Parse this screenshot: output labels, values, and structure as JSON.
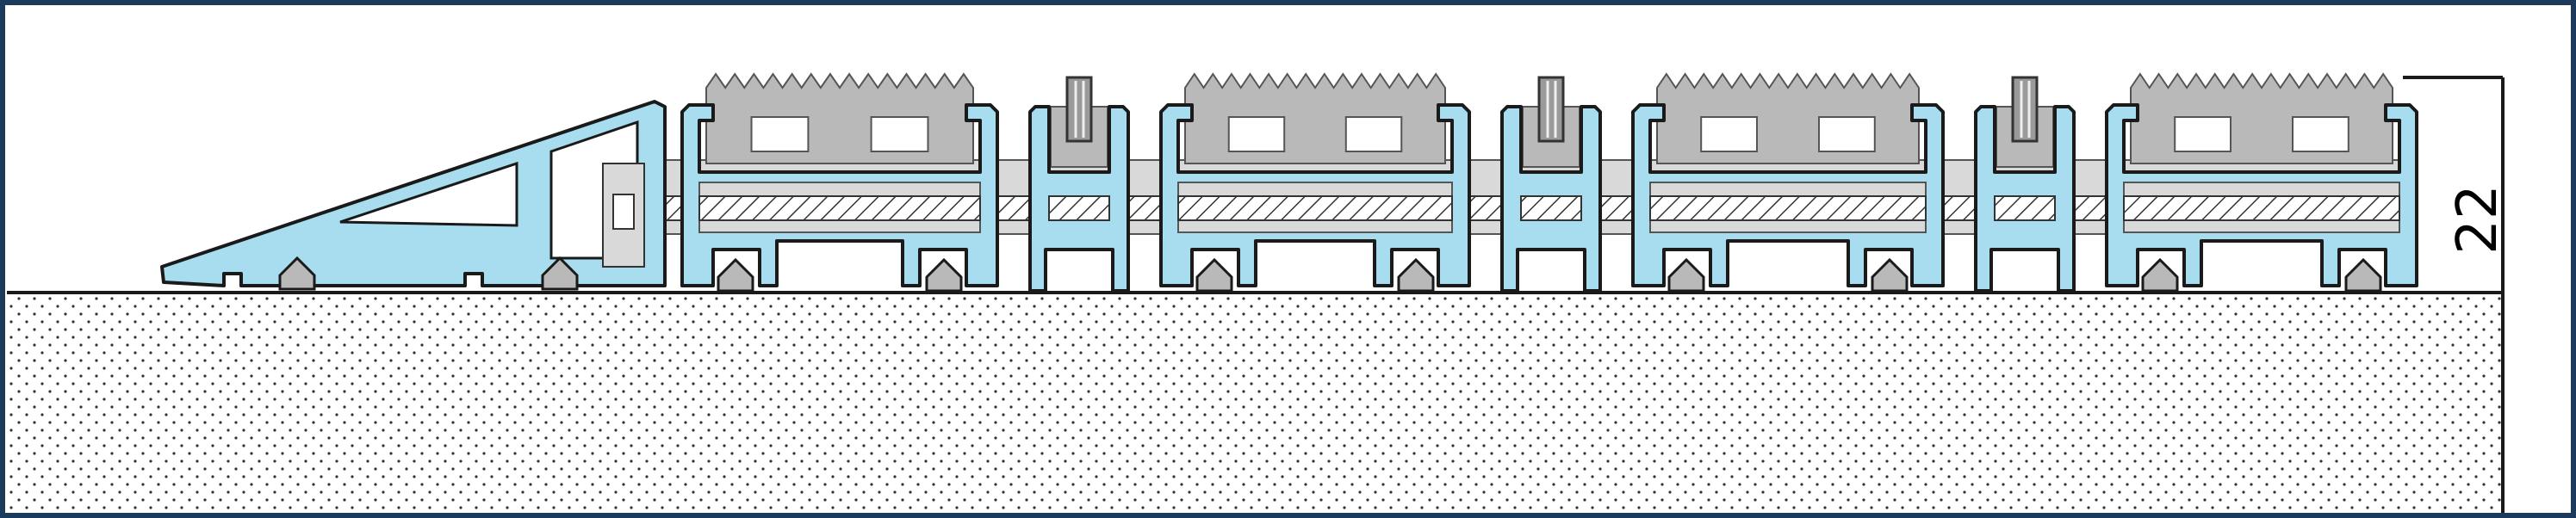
{
  "dimension": {
    "value": "22"
  },
  "colors": {
    "border": "#1b3a5c",
    "profile_fill": "#a8dcef",
    "profile_stroke": "#1a1a1a",
    "insert_fill": "#b9b9b9",
    "tube_fill": "#d9d9d9",
    "floor_dots": "#333333"
  },
  "icons": {
    "ramp": "ramp-profile",
    "module": "aluminium-profile-module",
    "brush": "brush-insert",
    "rod": "connecting-rod",
    "foot": "rubber-foot"
  }
}
